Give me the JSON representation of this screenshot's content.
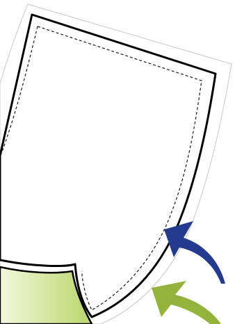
{
  "diagram": {
    "kind": "sticker-peel-illustration",
    "elements": [
      "outer-backing-sheet",
      "sticker-sheet",
      "dashed-cut-line",
      "peeled-corner-backing",
      "blue-peel-arrow",
      "green-peel-arrow"
    ]
  },
  "colors": {
    "background": "#ffffff",
    "sheet_fill": "#ffffff",
    "outer_outline": "#c8c8c8",
    "sticker_outline": "#000000",
    "dashed_line": "#1a1a1a",
    "backing_gradient_start": "#f4f8de",
    "backing_gradient_end": "#b9d66a",
    "blue_arrow": "#243a8f",
    "green_arrow": "#93b33c"
  }
}
